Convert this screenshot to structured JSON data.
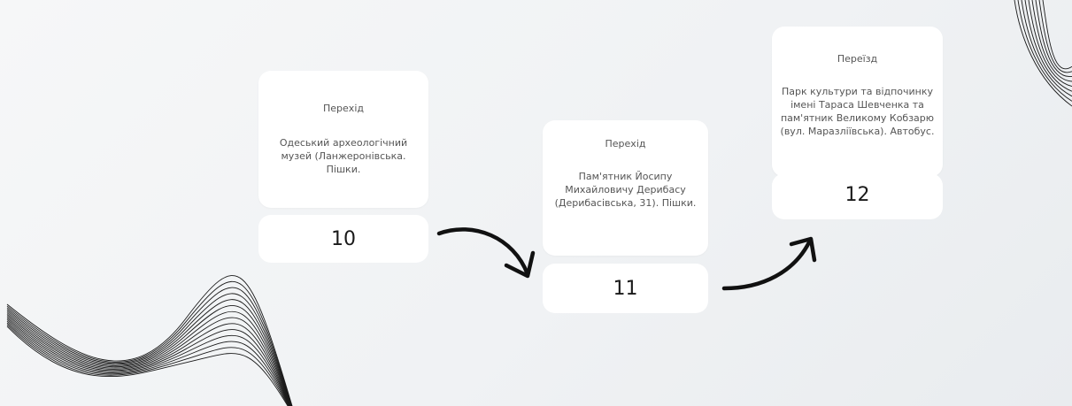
{
  "steps": [
    {
      "type": "Перехід",
      "description": "Одеський археологічний музей (Ланжеронівська. Пішки.",
      "number": "10"
    },
    {
      "type": "Перехід",
      "description": "Пам'ятник Йосипу Михайловичу Дерибасу (Дерибасівська, 31). Пішки.",
      "number": "11"
    },
    {
      "type": "Переїзд",
      "description": "Парк культури та відпочинку імені Тараса Шевченка та пам'ятник Великому Кобзарю (вул. Маразліївська). Автобус.",
      "number": "12"
    }
  ],
  "colors": {
    "background": "#f2f4f6",
    "card": "#ffffff",
    "text": "#555555",
    "number": "#1a1a1a",
    "arrow": "#111111"
  }
}
